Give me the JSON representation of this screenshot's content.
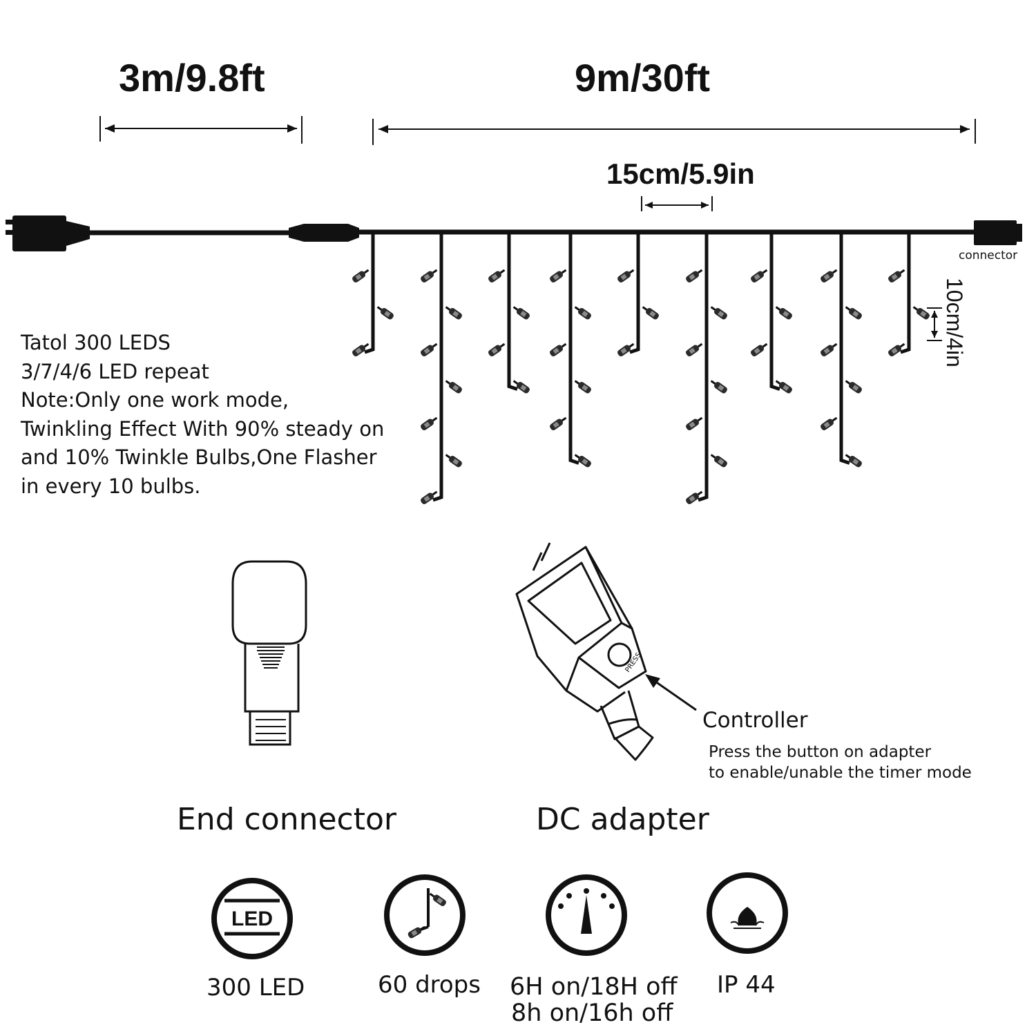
{
  "dimensions": {
    "lead_wire": "3m/9.8ft",
    "total_length": "9m/30ft",
    "drop_spacing": "15cm/5.9in",
    "bulb_spacing": "10cm/4in"
  },
  "labels": {
    "connector": "connector",
    "press": "PRESS"
  },
  "notes": [
    "Tatol 300 LEDS",
    "3/7/4/6 LED repeat",
    "Note:Only one work mode,",
    "Twinkling Effect With 90% steady on",
    "and 10% Twinkle Bulbs,One Flasher",
    "in every 10 bulbs."
  ],
  "controller": {
    "title": "Controller",
    "desc_line1": "Press the button on adapter",
    "desc_line2": "to enable/unable the timer mode"
  },
  "captions": {
    "end_connector": "End connector",
    "dc_adapter": "DC  adapter"
  },
  "features": [
    {
      "icon": "led-icon",
      "icon_text": "LED",
      "label": "300 LED"
    },
    {
      "icon": "drops-icon",
      "label": "60 drops"
    },
    {
      "icon": "timer-icon",
      "label_line1": "6H on/18H off",
      "label_line2": "8h on/16h off"
    },
    {
      "icon": "waterproof-icon",
      "label": "IP 44"
    }
  ],
  "drop_pattern": [
    3,
    7,
    4,
    6
  ]
}
